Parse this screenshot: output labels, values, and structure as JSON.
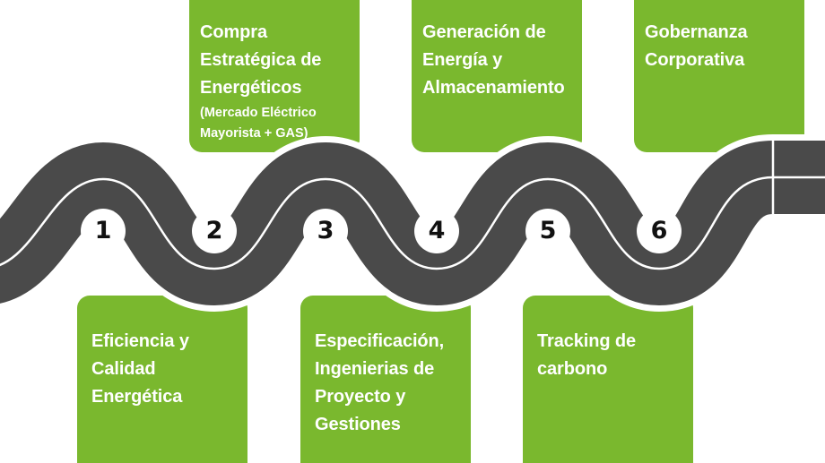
{
  "colors": {
    "card_green": "#7ab82e",
    "road_asphalt": "#4a4a4a",
    "road_border": "#ffffff",
    "road_dash": "#ffffff",
    "number_circle": "#ffffff",
    "number_text": "#111111"
  },
  "steps": [
    {
      "number": "1",
      "title": "Eficiencia y\nCalidad\nEnergética",
      "subtitle": ""
    },
    {
      "number": "2",
      "title": "Compra\nEstratégica de\nEnergéticos",
      "subtitle": "(Mercado Eléctrico\nMayorista + GAS)"
    },
    {
      "number": "3",
      "title": "Especificación,\nIngenierias de\nProyecto y\nGestiones",
      "subtitle": ""
    },
    {
      "number": "4",
      "title": "Generación de\nEnergía y\nAlmacenamiento",
      "subtitle": ""
    },
    {
      "number": "5",
      "title": "Tracking de\ncarbono",
      "subtitle": ""
    },
    {
      "number": "6",
      "title": "Gobernanza\nCorporativa",
      "subtitle": ""
    }
  ]
}
